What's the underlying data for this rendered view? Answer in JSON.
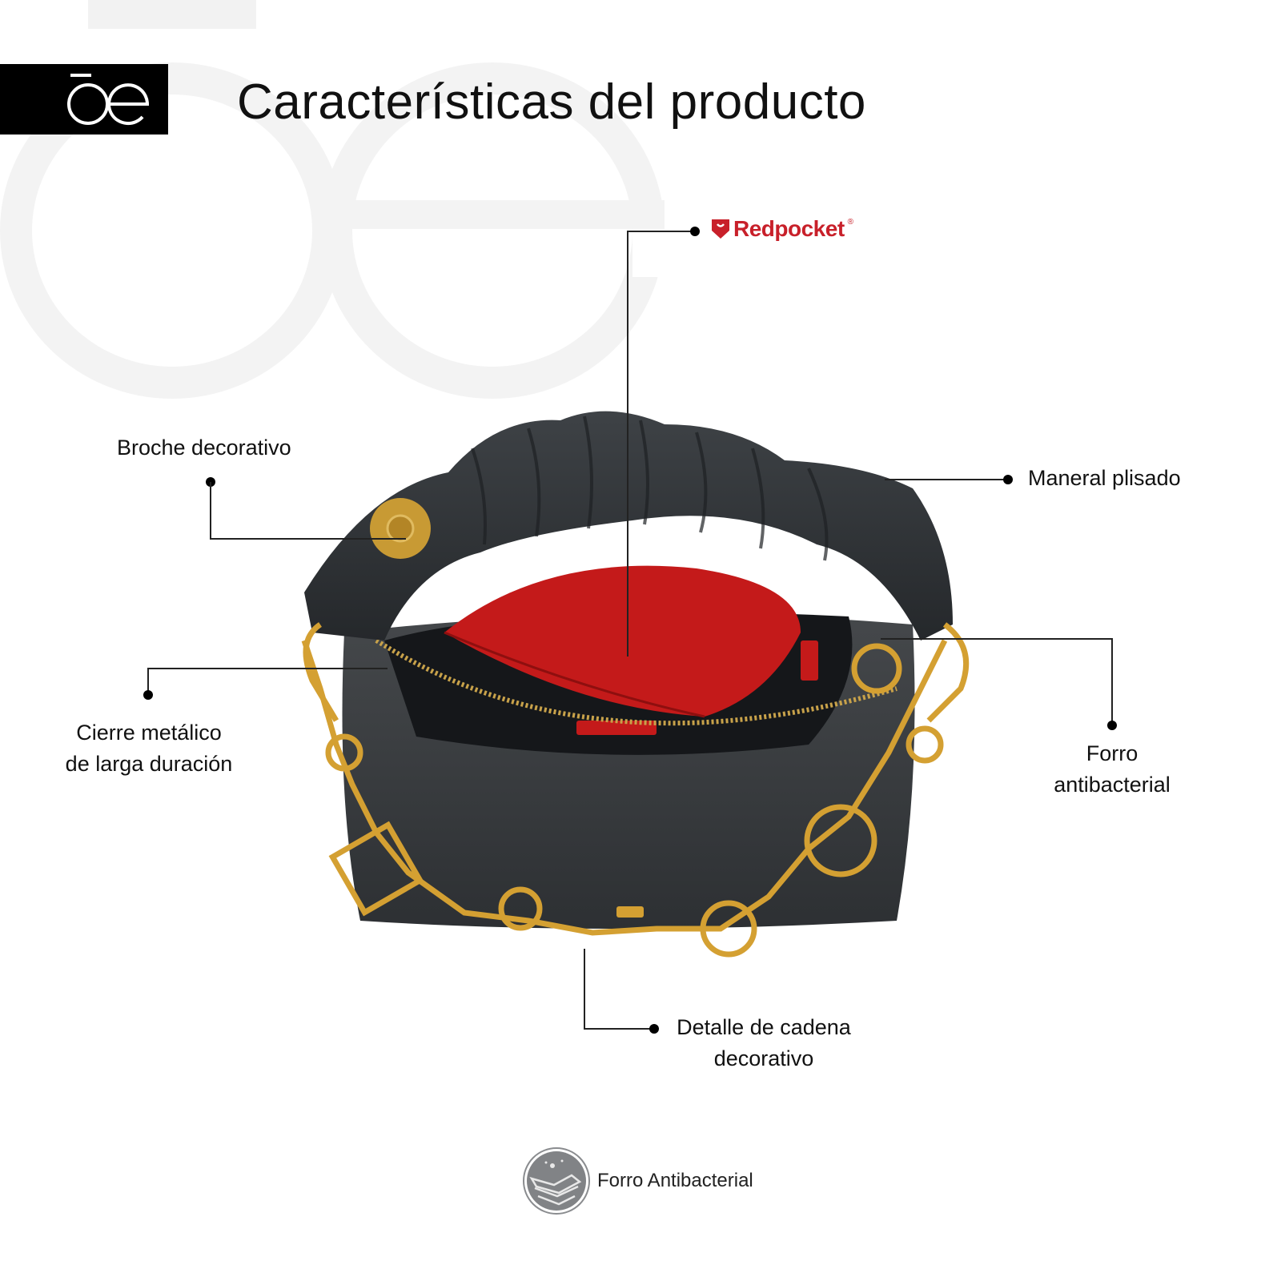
{
  "header": {
    "logo_text": "ōe",
    "title": "Características del producto"
  },
  "brand": {
    "redpocket_label": "Redpocket",
    "redpocket_registered": "®",
    "redpocket_color": "#c8202a"
  },
  "callouts": [
    {
      "id": "broche",
      "lines": [
        "Broche decorativo"
      ]
    },
    {
      "id": "maneral",
      "lines": [
        "Maneral plisado"
      ]
    },
    {
      "id": "cierre",
      "lines": [
        "Cierre metálico",
        "de larga duración"
      ]
    },
    {
      "id": "forro",
      "lines": [
        "Forro",
        "antibacterial"
      ]
    },
    {
      "id": "cadena",
      "lines": [
        "Detalle de cadena",
        "decorativo"
      ]
    }
  ],
  "footer": {
    "icon": "antibacterial-lining-icon",
    "label": "Forro Antibacterial"
  },
  "colors": {
    "bag_body": "#3a3d40",
    "lining_red": "#c41a1a",
    "hardware_gold": "#d4a032",
    "watermark": "#f3f3f3"
  }
}
